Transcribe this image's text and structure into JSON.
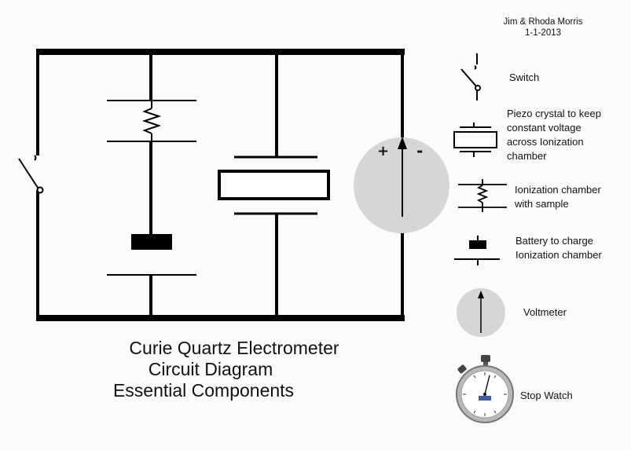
{
  "author": {
    "name": "Jim & Rhoda Morris",
    "date": "1-1-2013"
  },
  "caption": {
    "line1": "Curie Quartz  Electrometer",
    "line2": "Circuit Diagram",
    "line3": "Essential Components"
  },
  "meter": {
    "plus": "+",
    "minus": "-"
  },
  "legend": [
    {
      "label": "Switch",
      "icon": "switch-icon"
    },
    {
      "label": "Piezo crystal to keep\n constant voltage\n across Ionization\n chamber",
      "icon": "piezo-crystal-icon"
    },
    {
      "label": "Ionization chamber\nwith sample",
      "icon": "ionization-chamber-icon"
    },
    {
      "label": "Battery to charge\nIonization chamber",
      "icon": "battery-icon"
    },
    {
      "label": "Voltmeter",
      "icon": "voltmeter-icon"
    },
    {
      "label": "Stop Watch",
      "icon": "stopwatch-icon"
    }
  ],
  "colors": {
    "line": "#000000",
    "meter_face": "#d8d6d5"
  }
}
